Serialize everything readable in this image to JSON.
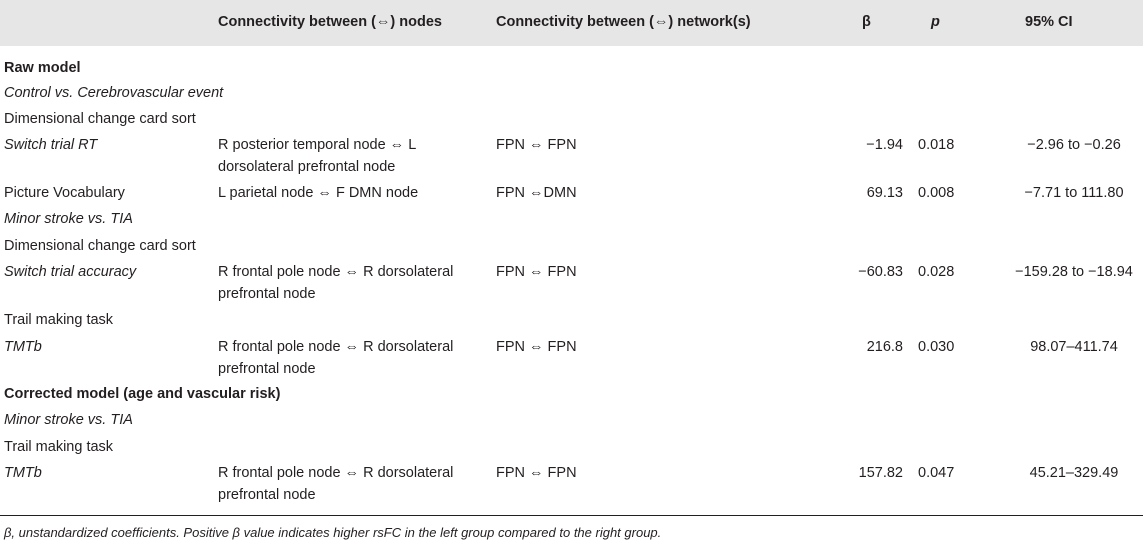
{
  "header": {
    "col1": "",
    "col2": "Connectivity between (⇔) nodes",
    "col3": "Connectivity between (⇔) network(s)",
    "col4": "β",
    "col5": "p",
    "col6": "95% CI"
  },
  "rows": [
    {
      "label": "Raw model"
    },
    {
      "label": "Control vs. Cerebrovascular event"
    },
    {
      "label": "Dimensional change card sort"
    },
    {
      "label": "Switch trial RT",
      "nodes": "R posterior temporal node ⇔ L dorsolateral prefrontal node",
      "networks": "FPN ⇔ FPN",
      "beta": "−1.94",
      "p": "0.018",
      "ci": "−2.96 to −0.26"
    },
    {
      "label": "Picture Vocabulary",
      "nodes": "L parietal node ⇔ F DMN node",
      "networks": "FPN ⇔DMN",
      "beta": "69.13",
      "p": "0.008",
      "ci": "−7.71 to 111.80"
    },
    {
      "label": "Minor stroke vs. TIA"
    },
    {
      "label": "Dimensional change card sort"
    },
    {
      "label": "Switch trial accuracy",
      "nodes": "R frontal pole node ⇔ R dorsolateral prefrontal node",
      "networks": "FPN ⇔ FPN",
      "beta": "−60.83",
      "p": "0.028",
      "ci": "−159.28 to −18.94"
    },
    {
      "label": "Trail making task"
    },
    {
      "label": "TMTb",
      "nodes": "R frontal pole node ⇔ R dorsolateral prefrontal node",
      "networks": "FPN ⇔ FPN",
      "beta": "216.8",
      "p": "0.030",
      "ci": "98.07–411.74"
    },
    {
      "label": "Corrected model (age and vascular risk)"
    },
    {
      "label": "Minor stroke vs. TIA"
    },
    {
      "label": "Trail making task"
    },
    {
      "label": "TMTb",
      "nodes": "R frontal pole node ⇔ R dorsolateral prefrontal node",
      "networks": "FPN ⇔ FPN",
      "beta": "157.82",
      "p": "0.047",
      "ci": "45.21–329.49"
    }
  ],
  "footnote": "β, unstandardized coefficients. Positive β value indicates higher rsFC in the left group compared to the right group."
}
